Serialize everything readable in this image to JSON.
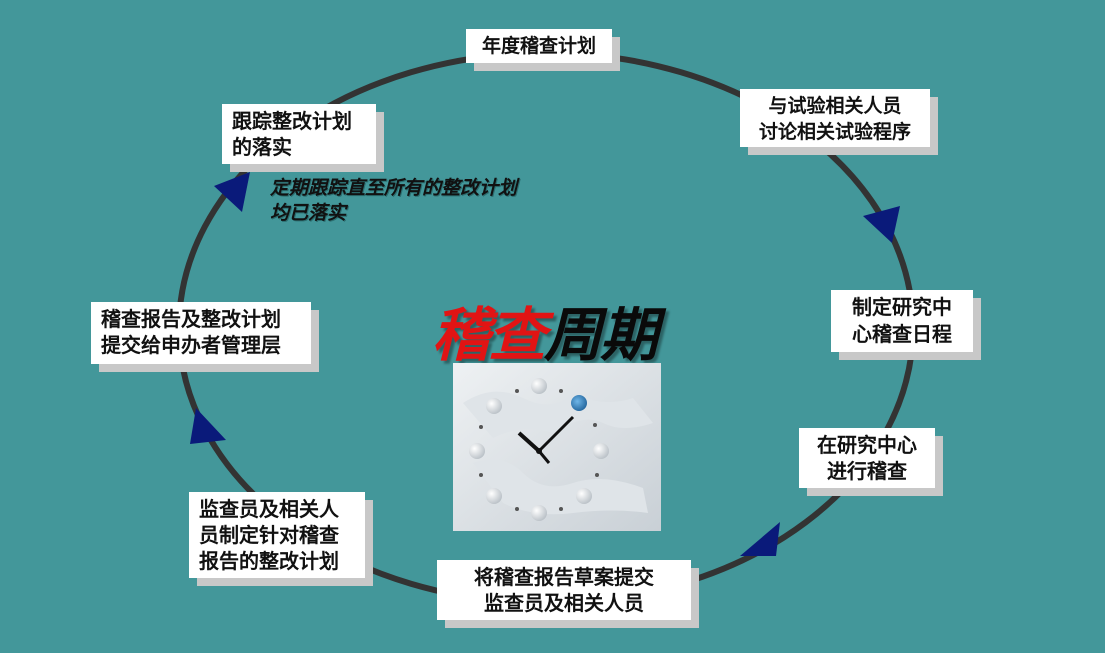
{
  "title": {
    "part1": "稽查",
    "part2": "周期"
  },
  "steps": {
    "s1": [
      "年度稽查计划"
    ],
    "s2": [
      "与试验相关人员",
      "讨论相关试验程序"
    ],
    "s3": [
      "制定研究中",
      "心稽查日程"
    ],
    "s4": [
      "在研究中心",
      "进行稽查"
    ],
    "s5": [
      "将稽查报告草案提交",
      "监查员及相关人员"
    ],
    "s6": [
      "监查员及相关人",
      "员制定针对稽查",
      "报告的整改计划"
    ],
    "s7": [
      "稽查报告及整改计划",
      "提交给申办者管理层"
    ],
    "s8": [
      "跟踪整改计划",
      "的落实"
    ]
  },
  "note": [
    "定期跟踪直至所有的整改计划",
    "均已落实"
  ],
  "colors": {
    "background": "#43979a",
    "cycle_line": "#333333",
    "arrow": "#0a1a7a",
    "title_red": "#e11414",
    "title_black": "#0a0a0a"
  },
  "image": {
    "description_icon": "clock-world-map-image"
  }
}
